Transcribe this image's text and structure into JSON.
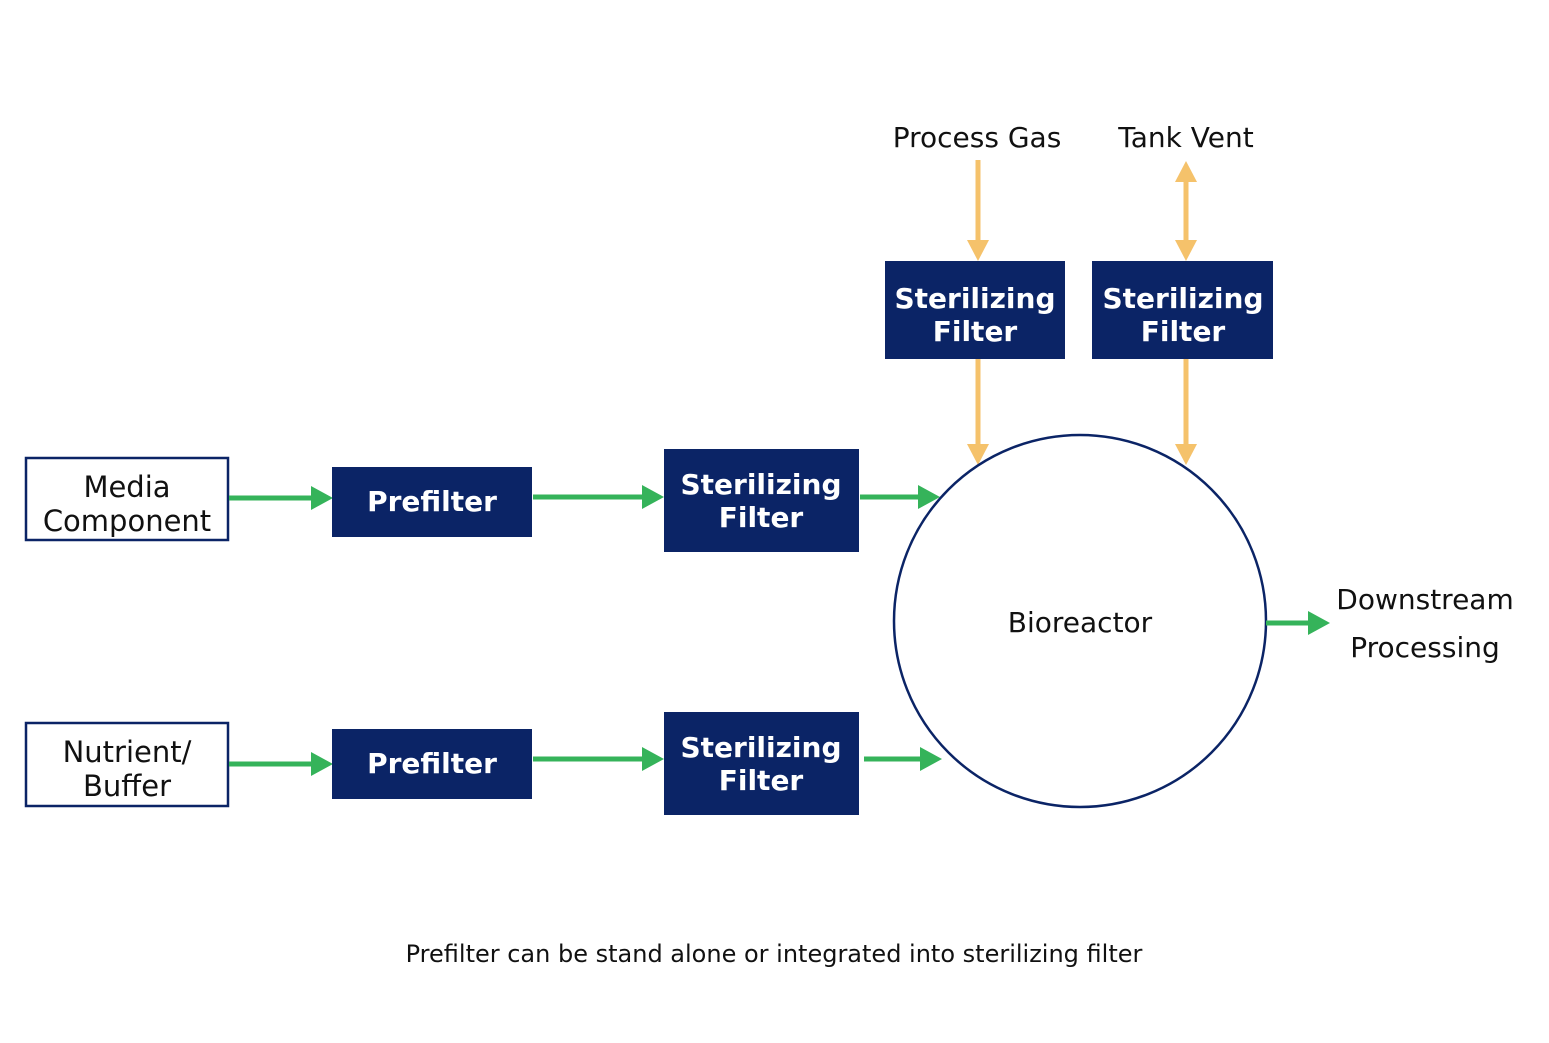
{
  "sources": {
    "media": {
      "line1": "Media",
      "line2": "Component"
    },
    "nutrient": {
      "line1": "Nutrient/",
      "line2": "Buffer"
    }
  },
  "prefilter_label": "Prefilter",
  "sterilizing_filter": {
    "line1": "Sterilizing",
    "line2": "Filter"
  },
  "gas_inputs": {
    "process_gas": "Process Gas",
    "tank_vent": "Tank Vent"
  },
  "bioreactor_label": "Bioreactor",
  "output": {
    "line1": "Downstream",
    "line2": "Processing"
  },
  "footnote": "Prefilter can be stand alone or integrated into sterilizing filter",
  "colors": {
    "filter_fill": "#0b2466",
    "liquid_flow_arrow": "#35b35a",
    "gas_flow_arrow": "#f5c26b"
  }
}
